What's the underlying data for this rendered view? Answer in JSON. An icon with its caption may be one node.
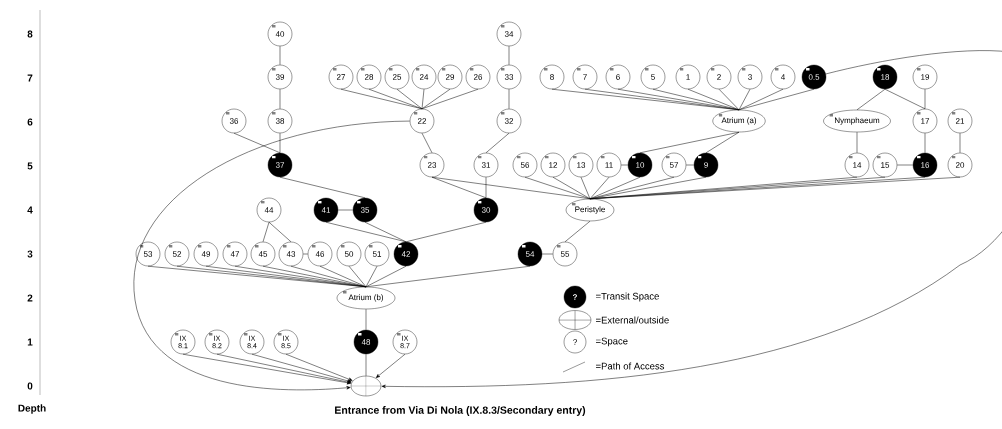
{
  "diagram": {
    "caption": "Entrance from Via Di Nola (IX.8.3/Secondary entry)",
    "nodes": [
      {
        "text": [
          "40"
        ]
      },
      {
        "text": [
          "34"
        ]
      },
      {
        "text": [
          "39"
        ]
      },
      {
        "text": [
          "27"
        ]
      },
      {
        "text": [
          "28"
        ]
      },
      {
        "text": [
          "25"
        ]
      },
      {
        "text": [
          "24"
        ]
      },
      {
        "text": [
          "29"
        ]
      },
      {
        "text": [
          "26"
        ]
      },
      {
        "text": [
          "33"
        ]
      },
      {
        "text": [
          "8"
        ]
      },
      {
        "text": [
          "7"
        ]
      },
      {
        "text": [
          "6"
        ]
      },
      {
        "text": [
          "5"
        ]
      },
      {
        "text": [
          "1"
        ]
      },
      {
        "text": [
          "2"
        ]
      },
      {
        "text": [
          "3"
        ]
      },
      {
        "text": [
          "4"
        ]
      },
      {
        "text": [
          "0.5"
        ]
      },
      {
        "text": [
          "18"
        ]
      },
      {
        "text": [
          "19"
        ]
      },
      {
        "text": [
          "36"
        ]
      },
      {
        "text": [
          "38"
        ]
      },
      {
        "text": [
          "22"
        ]
      },
      {
        "text": [
          "32"
        ]
      },
      {
        "text": [
          "Atrium (a)"
        ]
      },
      {
        "text": [
          "Nymphaeum"
        ]
      },
      {
        "text": [
          "17"
        ]
      },
      {
        "text": [
          "21"
        ]
      },
      {
        "text": [
          "37"
        ]
      },
      {
        "text": [
          "23"
        ]
      },
      {
        "text": [
          "31"
        ]
      },
      {
        "text": [
          "56"
        ]
      },
      {
        "text": [
          "12"
        ]
      },
      {
        "text": [
          "13"
        ]
      },
      {
        "text": [
          "11"
        ]
      },
      {
        "text": [
          "10"
        ]
      },
      {
        "text": [
          "57"
        ]
      },
      {
        "text": [
          "9"
        ]
      },
      {
        "text": [
          "14"
        ]
      },
      {
        "text": [
          "15"
        ]
      },
      {
        "text": [
          "16"
        ]
      },
      {
        "text": [
          "20"
        ]
      },
      {
        "text": [
          "44"
        ]
      },
      {
        "text": [
          "41"
        ]
      },
      {
        "text": [
          "35"
        ]
      },
      {
        "text": [
          "30"
        ]
      },
      {
        "text": [
          "Peristyle"
        ]
      },
      {
        "text": [
          "53"
        ]
      },
      {
        "text": [
          "52"
        ]
      },
      {
        "text": [
          "49"
        ]
      },
      {
        "text": [
          "47"
        ]
      },
      {
        "text": [
          "45"
        ]
      },
      {
        "text": [
          "43"
        ]
      },
      {
        "text": [
          "46"
        ]
      },
      {
        "text": [
          "50"
        ]
      },
      {
        "text": [
          "51"
        ]
      },
      {
        "text": [
          "42"
        ]
      },
      {
        "text": [
          "54"
        ]
      },
      {
        "text": [
          "55"
        ]
      },
      {
        "text": [
          "Atrium (b)"
        ]
      },
      {
        "text": [
          "IX 8.1"
        ]
      },
      {
        "text": [
          "IX 8.2"
        ]
      },
      {
        "text": [
          "IX 8.4"
        ]
      },
      {
        "text": [
          "IX 8.5"
        ]
      },
      {
        "text": [
          "48"
        ]
      },
      {
        "text": [
          "IX 8.7"
        ]
      },
      {
        "text": [],
        "shape": "circle"
      }
    ],
    "edges": [
      {
        "from": 0,
        "to": 2,
        "arrow": "none"
      },
      {
        "from": 2,
        "to": 22,
        "arrow": "none"
      },
      {
        "from": 22,
        "to": 29,
        "arrow": "none"
      },
      {
        "from": 21,
        "to": 29,
        "arrow": "none"
      },
      {
        "from": 29,
        "to": 45,
        "arrow": "none"
      },
      {
        "from": 44,
        "to": 45,
        "arrow": "none"
      },
      {
        "from": 44,
        "to": 57,
        "arrow": "none"
      },
      {
        "from": 45,
        "to": 57,
        "arrow": "none"
      },
      {
        "from": 3,
        "to": 23,
        "arrow": "none"
      },
      {
        "from": 4,
        "to": 23,
        "arrow": "none"
      },
      {
        "from": 5,
        "to": 23,
        "arrow": "none"
      },
      {
        "from": 6,
        "to": 23,
        "arrow": "none"
      },
      {
        "from": 7,
        "to": 23,
        "arrow": "none"
      },
      {
        "from": 8,
        "to": 23,
        "arrow": "none"
      },
      {
        "from": 23,
        "to": 30,
        "arrow": "none"
      },
      {
        "from": 23,
        "to": 67,
        "arrow": "to"
      },
      {
        "from": 1,
        "to": 9,
        "arrow": "none"
      },
      {
        "from": 9,
        "to": 24,
        "arrow": "none"
      },
      {
        "from": 24,
        "to": 31,
        "arrow": "none"
      },
      {
        "from": 31,
        "to": 46,
        "arrow": "none"
      },
      {
        "from": 30,
        "to": 46,
        "arrow": "none"
      },
      {
        "from": 46,
        "to": 57,
        "arrow": "none"
      },
      {
        "from": 30,
        "to": 47,
        "arrow": "none"
      },
      {
        "from": 32,
        "to": 47,
        "arrow": "none"
      },
      {
        "from": 33,
        "to": 47,
        "arrow": "none"
      },
      {
        "from": 34,
        "to": 47,
        "arrow": "none"
      },
      {
        "from": 35,
        "to": 47,
        "arrow": "none"
      },
      {
        "from": 36,
        "to": 47,
        "arrow": "none"
      },
      {
        "from": 37,
        "to": 47,
        "arrow": "none"
      },
      {
        "from": 38,
        "to": 47,
        "arrow": "none"
      },
      {
        "from": 35,
        "to": 36,
        "arrow": "none"
      },
      {
        "from": 37,
        "to": 38,
        "arrow": "none"
      },
      {
        "from": 36,
        "to": 25,
        "arrow": "none"
      },
      {
        "from": 38,
        "to": 25,
        "arrow": "none"
      },
      {
        "from": 10,
        "to": 25,
        "arrow": "none"
      },
      {
        "from": 11,
        "to": 25,
        "arrow": "none"
      },
      {
        "from": 12,
        "to": 25,
        "arrow": "none"
      },
      {
        "from": 13,
        "to": 25,
        "arrow": "none"
      },
      {
        "from": 14,
        "to": 25,
        "arrow": "none"
      },
      {
        "from": 15,
        "to": 25,
        "arrow": "none"
      },
      {
        "from": 16,
        "to": 25,
        "arrow": "none"
      },
      {
        "from": 17,
        "to": 25,
        "arrow": "none"
      },
      {
        "from": 18,
        "to": 25,
        "arrow": "none"
      },
      {
        "from": 18,
        "to": 67,
        "arrow": "to"
      },
      {
        "from": 19,
        "to": 26,
        "arrow": "none"
      },
      {
        "from": 19,
        "to": 27,
        "arrow": "none"
      },
      {
        "from": 20,
        "to": 27,
        "arrow": "none"
      },
      {
        "from": 27,
        "to": 41,
        "arrow": "none"
      },
      {
        "from": 26,
        "to": 39,
        "arrow": "none"
      },
      {
        "from": 40,
        "to": 41,
        "arrow": "none"
      },
      {
        "from": 28,
        "to": 42,
        "arrow": "none"
      },
      {
        "from": 39,
        "to": 47,
        "arrow": "none"
      },
      {
        "from": 40,
        "to": 47,
        "arrow": "none"
      },
      {
        "from": 41,
        "to": 47,
        "arrow": "none"
      },
      {
        "from": 42,
        "to": 47,
        "arrow": "none"
      },
      {
        "from": 47,
        "to": 59,
        "arrow": "none"
      },
      {
        "from": 58,
        "to": 59,
        "arrow": "none"
      },
      {
        "from": 58,
        "to": 60,
        "arrow": "none"
      },
      {
        "from": 48,
        "to": 60,
        "arrow": "none"
      },
      {
        "from": 49,
        "to": 60,
        "arrow": "none"
      },
      {
        "from": 50,
        "to": 60,
        "arrow": "none"
      },
      {
        "from": 51,
        "to": 60,
        "arrow": "none"
      },
      {
        "from": 52,
        "to": 60,
        "arrow": "none"
      },
      {
        "from": 53,
        "to": 60,
        "arrow": "none"
      },
      {
        "from": 54,
        "to": 60,
        "arrow": "none"
      },
      {
        "from": 55,
        "to": 60,
        "arrow": "none"
      },
      {
        "from": 56,
        "to": 60,
        "arrow": "none"
      },
      {
        "from": 57,
        "to": 60,
        "arrow": "none"
      },
      {
        "from": 43,
        "to": 52,
        "arrow": "none"
      },
      {
        "from": 43,
        "to": 53,
        "arrow": "none"
      },
      {
        "from": 53,
        "to": 54,
        "arrow": "none"
      },
      {
        "from": 60,
        "to": 65,
        "arrow": "none"
      },
      {
        "from": 65,
        "to": 67,
        "arrow": "none"
      },
      {
        "from": 61,
        "to": 67,
        "arrow": "to"
      },
      {
        "from": 62,
        "to": 67,
        "arrow": "to"
      },
      {
        "from": 63,
        "to": 67,
        "arrow": "to"
      },
      {
        "from": 64,
        "to": 67,
        "arrow": "to"
      },
      {
        "from": 66,
        "to": 67,
        "arrow": "to"
      }
    ],
    "labels": [
      "8",
      "7",
      "6",
      "5",
      "4",
      "3",
      "2",
      "1",
      "0",
      "Depth",
      "?",
      "?"
    ],
    "legend": [
      {
        "text": "=Transit Space"
      },
      {
        "text": "=External/outside"
      },
      {
        "text": "=Space"
      },
      {
        "text": "=Path of Access"
      }
    ]
  }
}
